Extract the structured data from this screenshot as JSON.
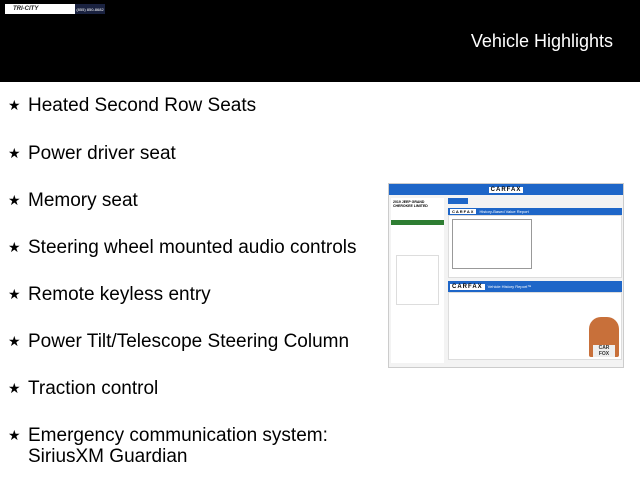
{
  "header": {
    "title": "Vehicle Highlights",
    "logo_text": "TRI-CITY",
    "logo_phone": "(855) 850-8682"
  },
  "features": [
    "Heated Second Row Seats",
    "Power driver seat",
    "Memory seat",
    "Steering wheel mounted audio controls",
    "Remote keyless entry",
    "Power Tilt/Telescope Steering Column",
    "Traction control",
    "Emergency communication system: SiriusXM Guardian"
  ],
  "carfax": {
    "logo": "CARFAX",
    "value_report": "History-Based Value Report",
    "history_report": "Vehicle History Report™",
    "vehicle": "2019 JEEP GRAND CHEROKEE LIMITED",
    "mascot_text": "CAR FOX"
  }
}
